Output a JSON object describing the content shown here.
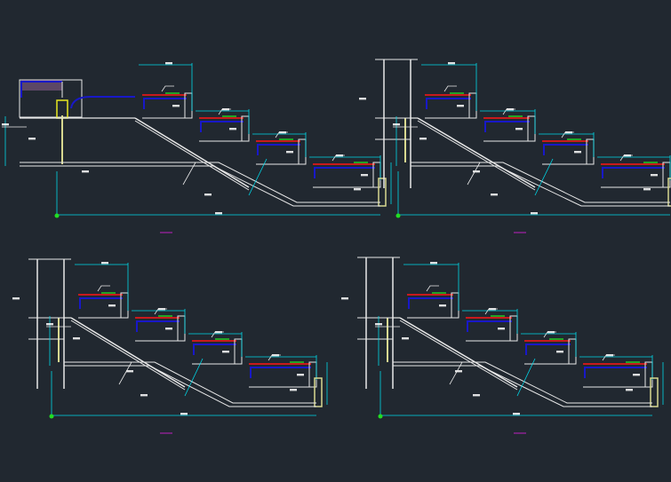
{
  "colors": {
    "background": "#212830",
    "outline": "#e8e8e8",
    "dimension": "#00d8e8",
    "rebar": "#1818c8",
    "finish_red": "#e01818",
    "finish_green": "#22cc22",
    "column_yellow": "#d8d890",
    "marker_magenta": "#c020c0",
    "point_green": "#22dd22",
    "label": "#ffffff",
    "fill_dots": "#cc80cc"
  },
  "details": [
    {
      "id": "detail-top-left"
    },
    {
      "id": "detail-top-right"
    },
    {
      "id": "detail-bottom-left"
    },
    {
      "id": "detail-bottom-right"
    }
  ]
}
